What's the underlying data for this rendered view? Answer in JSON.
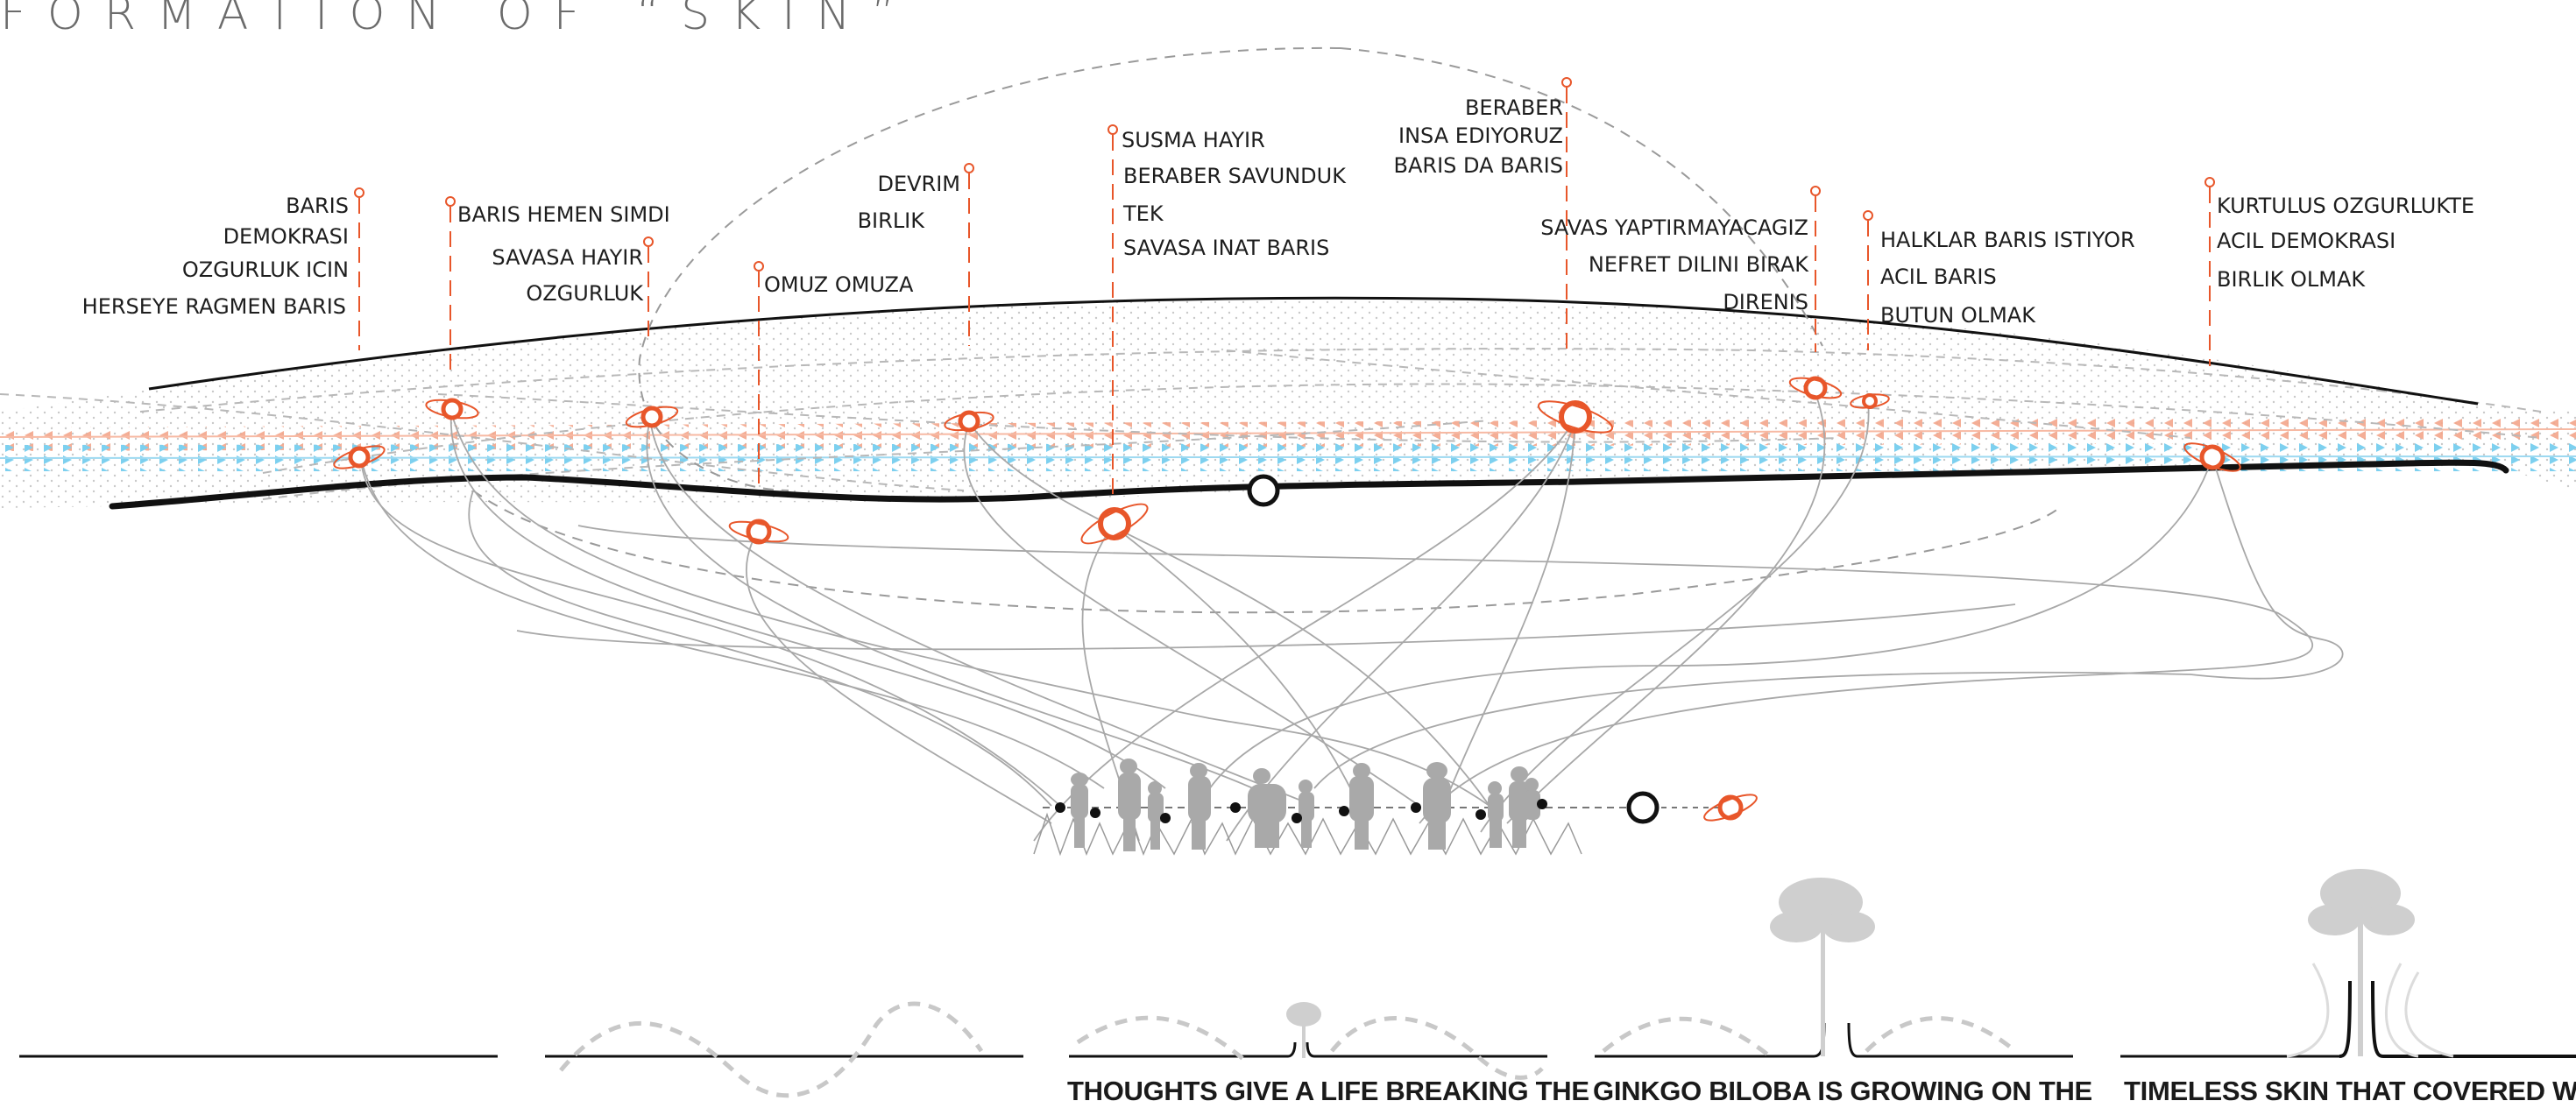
{
  "title": "FORMATION OF “SKIN”",
  "slogans": {
    "g1": [
      "BARIS",
      "DEMOKRASI",
      "OZGURLUK ICIN",
      "HERSEYE RAGMEN BARIS"
    ],
    "g2": [
      "BARIS HEMEN SIMDI"
    ],
    "g3": [
      "SAVASA HAYIR",
      "OZGURLUK"
    ],
    "g4": [
      "OMUZ OMUZA"
    ],
    "g5": [
      "DEVRIM",
      "BIRLIK"
    ],
    "g6": [
      "SUSMA HAYIR",
      "BERABER SAVUNDUK",
      "TEK",
      "SAVASA INAT BARIS"
    ],
    "g7": [
      "BERABER",
      "INSA EDIYORUZ",
      "BARIS DA BARIS"
    ],
    "g8": [
      "SAVAS YAPTIRMAYACAGIZ",
      "NEFRET DILINI BIRAK",
      "DIRENIS"
    ],
    "g9": [
      "HALKLAR BARIS ISTIYOR",
      "ACIL BARIS",
      "BUTUN OLMAK"
    ],
    "g10": [
      "KURTULUS OZGURLUKTE",
      "ACIL DEMOKRASI",
      "BIRLIK OLMAK"
    ]
  },
  "captions": [
    "THOUGHTS GIVE A LIFE BREAKING THE",
    "GINKGO BILOBA IS GROWING ON THE",
    "TIMELESS SKIN THAT COVERED WITH"
  ],
  "colors": {
    "accent": "#e8562a",
    "flow_blue": "#3bb6e6",
    "line": "#111111",
    "thread": "#a8a8a8",
    "figure": "#a9a9a9",
    "title": "#6b6b6b"
  }
}
